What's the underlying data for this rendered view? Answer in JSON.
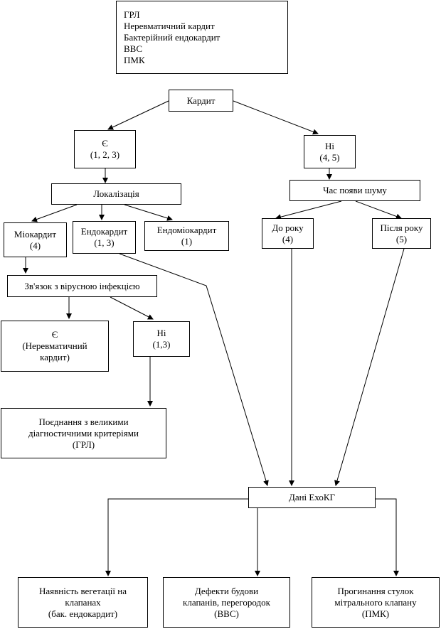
{
  "colors": {
    "line": "#000000",
    "box_fill": "#ffffff"
  },
  "nodes": {
    "top": {
      "lines": [
        "ГРЛ",
        "Неревматичний кардит",
        "Бактерійний ендокардит",
        "ВВС",
        "ПМК"
      ]
    },
    "carditis": {
      "lines": [
        "Кардит"
      ]
    },
    "yes": {
      "lines": [
        "Є",
        "(1, 2, 3)"
      ]
    },
    "no": {
      "lines": [
        "Ні",
        "(4, 5)"
      ]
    },
    "localization": {
      "lines": [
        "Локалізація"
      ]
    },
    "murmur_time": {
      "lines": [
        "Час появи шуму"
      ]
    },
    "myocarditis": {
      "lines": [
        "Міокардит",
        "(4)"
      ]
    },
    "endocarditis": {
      "lines": [
        "Ендокардит",
        "(1, 3)"
      ]
    },
    "endomyocarditis": {
      "lines": [
        "Ендоміокардит",
        "(1)"
      ]
    },
    "before_year": {
      "lines": [
        "До року",
        "(4)"
      ]
    },
    "after_year": {
      "lines": [
        "Після року",
        "(5)"
      ]
    },
    "viral_link": {
      "lines": [
        "Зв'язок з вірусною інфекцією"
      ]
    },
    "viral_yes": {
      "lines": [
        "Є",
        "(Неревматичний",
        "кардит)"
      ]
    },
    "viral_no": {
      "lines": [
        "Ні",
        "(1,3)"
      ]
    },
    "major_criteria": {
      "lines": [
        "Поєднання з великими",
        "діагностичними критеріями",
        "(ГРЛ)"
      ]
    },
    "echo": {
      "lines": [
        "Дані ЕхоКГ"
      ]
    },
    "vegetation": {
      "lines": [
        "Наявність вегетації на",
        "клапанах",
        "(бак. ендокардит)"
      ]
    },
    "defects": {
      "lines": [
        "Дефекти будови",
        "клапанів, перегородок",
        "(ВВС)"
      ]
    },
    "prolapse": {
      "lines": [
        "Прогинання стулок",
        "мітрального клапану",
        "(ПМК)"
      ]
    }
  }
}
